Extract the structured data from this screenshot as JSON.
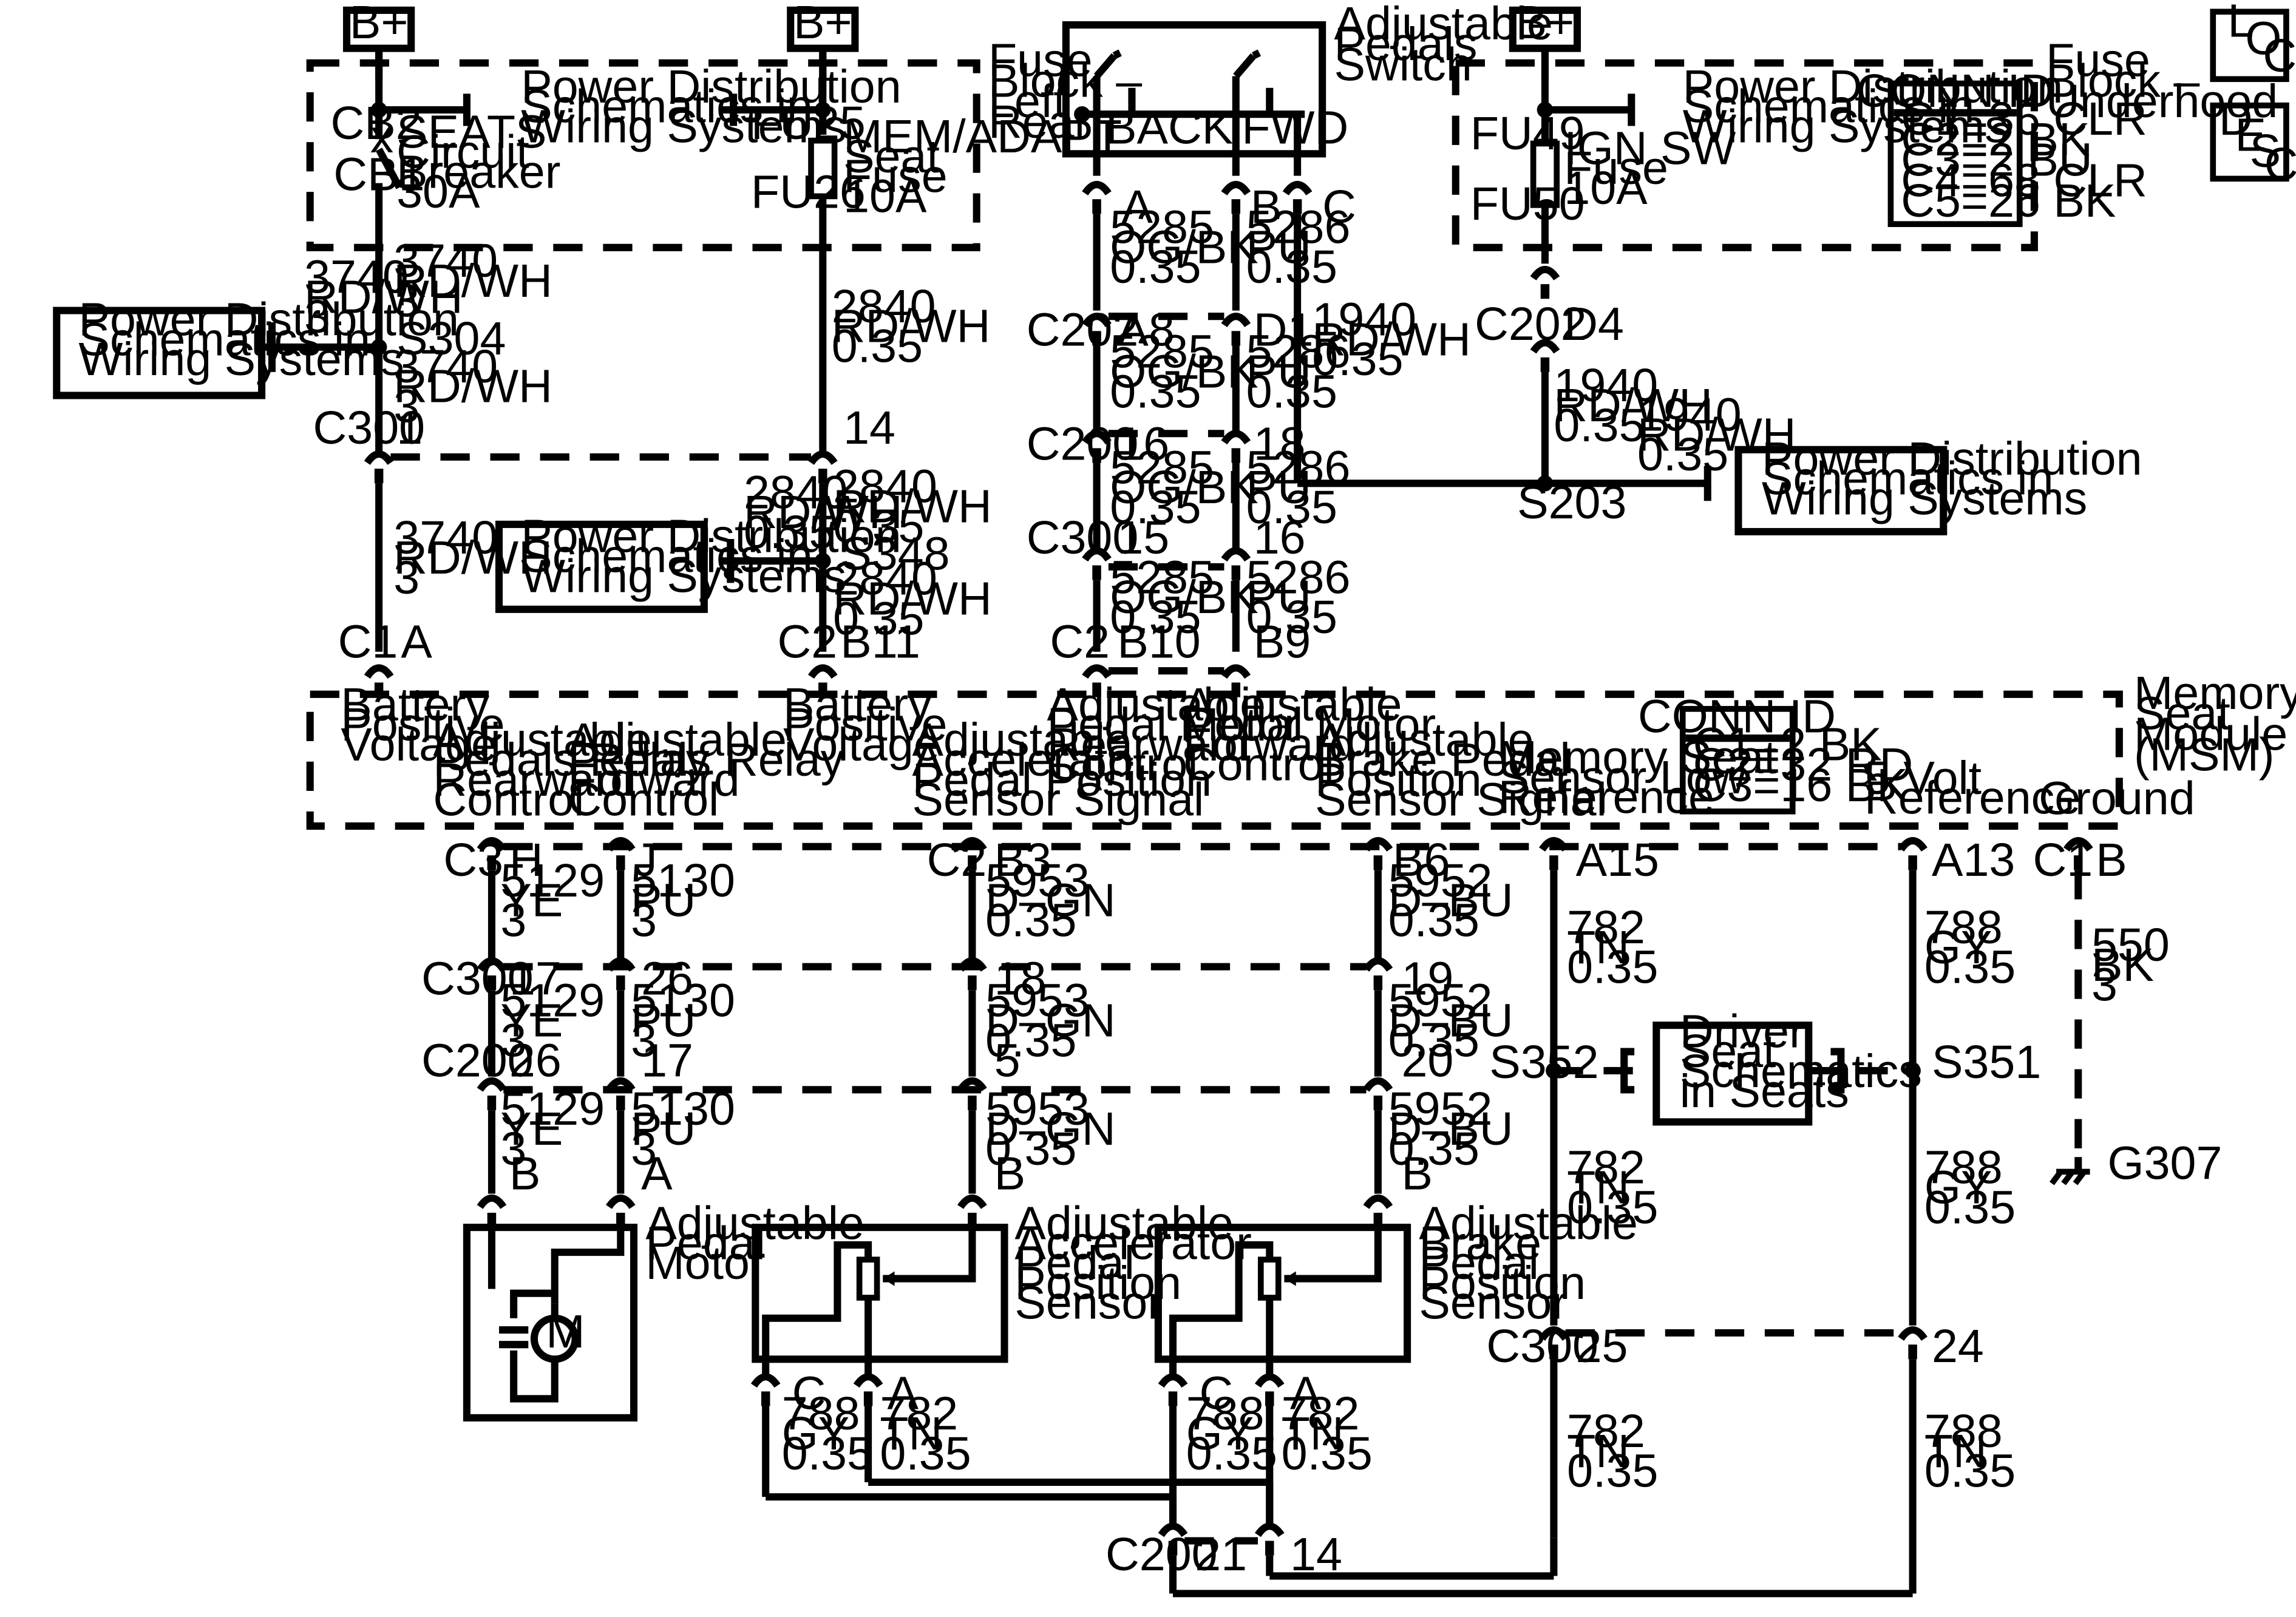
{
  "battery": {
    "label": "B+"
  },
  "stamps": {
    "loc": [
      "L",
      "O",
      "C"
    ],
    "desc": [
      "D",
      "E",
      "S",
      "C"
    ]
  },
  "fuse_left": {
    "title": [
      "Fuse",
      "Block –",
      "Left",
      "Rear"
    ],
    "cb2": "CB2",
    "cb1": "CB1",
    "seats": [
      "SEATS",
      "Circuit",
      "Breaker",
      "30A"
    ],
    "fu25": "FU25",
    "fu26": "FU26",
    "mem": [
      "MEM/ADAPT",
      "Seat",
      "Fuse",
      "10A"
    ]
  },
  "fuse_under": {
    "title": [
      "Fuse",
      "Block –",
      "Underhood"
    ],
    "fu49": "FU49",
    "fu50": "FU50",
    "ign": [
      "IGN SW",
      "Fuse",
      "10A"
    ],
    "conn_title": "CONN ID",
    "conn": [
      "C1=36 CLR",
      "C2=2 BK",
      "C3=2 BU",
      "C4=68 CLR",
      "C5=26 BK"
    ]
  },
  "pds": [
    "Power Distribution",
    "Schematics in",
    "Wiring Systems"
  ],
  "driver_seat": [
    "Driver",
    "Seat",
    "Schematics",
    "in Seats"
  ],
  "switch": {
    "title": [
      "Adjustable",
      "Pedals",
      "Switch"
    ],
    "back": "BACK",
    "fwd": "FWD"
  },
  "msm": {
    "title": [
      "Memory",
      "Seat",
      "Module",
      "(MSM)"
    ],
    "conn_title": "CONN ID",
    "conn": [
      "C1=2 BK",
      "C2=32 RD",
      "C3=16 BK"
    ],
    "bat1": [
      "Battery",
      "Positive",
      "Voltage"
    ],
    "bat2": [
      "Battery",
      "Positive",
      "Voltage"
    ],
    "relay_rear": [
      "Adjustable",
      "Pedals Relay",
      "Rearward",
      "Control"
    ],
    "relay_fwd": [
      "Adjustable",
      "Pedals Relay",
      "Forward",
      "Control"
    ],
    "accel": [
      "Adjustable",
      "Accelerator",
      "Pedal Position",
      "Sensor Signal"
    ],
    "motor_rear": [
      "Adjustable",
      "Pedal Motor",
      "Rearward",
      "Control"
    ],
    "motor_fwd": [
      "Adjustable",
      "Pedal Motor",
      "Forward",
      "Control"
    ],
    "brake": [
      "Adjustable",
      "Brake Pedal",
      "Position",
      "Sensor Signal"
    ],
    "lowref": [
      "Memory Seat",
      "Sensor Low",
      "Reference"
    ],
    "ref5": [
      "5 Volt",
      "Reference"
    ],
    "ground": "Ground"
  },
  "components": {
    "motor": [
      "Adjustable",
      "Pedal",
      "Motor"
    ],
    "accel": [
      "Adjustable",
      "Accelerator",
      "Pedal",
      "Position",
      "Sensor"
    ],
    "brake": [
      "Adjustable",
      "Brake",
      "Pedal",
      "Position",
      "Sensor"
    ],
    "motor_letter": "M"
  },
  "wires": {
    "w3740": [
      "3740",
      "RD/WH",
      "3"
    ],
    "w2840": [
      "2840",
      "RD/WH",
      "0.35"
    ],
    "w1940": [
      "1940",
      "RD/WH",
      "0.35"
    ],
    "w5285": [
      "5285",
      "OG/BK",
      "0.35"
    ],
    "w5286": [
      "5286",
      "PU",
      "0.35"
    ],
    "w5129": [
      "5129",
      "YE",
      "3"
    ],
    "w5130": [
      "5130",
      "PU",
      "3"
    ],
    "w5953": [
      "5953",
      "D–GN",
      "0.35"
    ],
    "w5952": [
      "5952",
      "D–BU",
      "0.35"
    ],
    "w782": [
      "782",
      "TN",
      "0.35"
    ],
    "w788": [
      "788",
      "GY",
      "0.35"
    ],
    "w788tn": [
      "788",
      "TN",
      "0.35"
    ],
    "w550": [
      "550",
      "BK",
      "3"
    ]
  },
  "labels": {
    "C1": "C1",
    "C2": "C2",
    "C3": "C3",
    "C200": "C200",
    "C202": "C202",
    "C300": "C300",
    "S304": "S304",
    "S348": "S348",
    "S203": "S203",
    "S352": "S352",
    "S351": "S351",
    "G307": "G307",
    "A": "A",
    "B": "B",
    "C": "C",
    "D1": "D1",
    "D4": "D4",
    "A8": "A8",
    "A13": "A13",
    "A15": "A15",
    "B3": "B3",
    "B6": "B6",
    "B9": "B9",
    "B10": "B10",
    "B11": "B11",
    "H": "H",
    "J": "J",
    "n1": "1",
    "n5": "5",
    "n14": "14",
    "n15": "15",
    "n16": "16",
    "n17": "17",
    "n18": "18",
    "n19": "19",
    "n20": "20",
    "n21": "21",
    "n24": "24",
    "n25": "25",
    "n26": "26"
  }
}
